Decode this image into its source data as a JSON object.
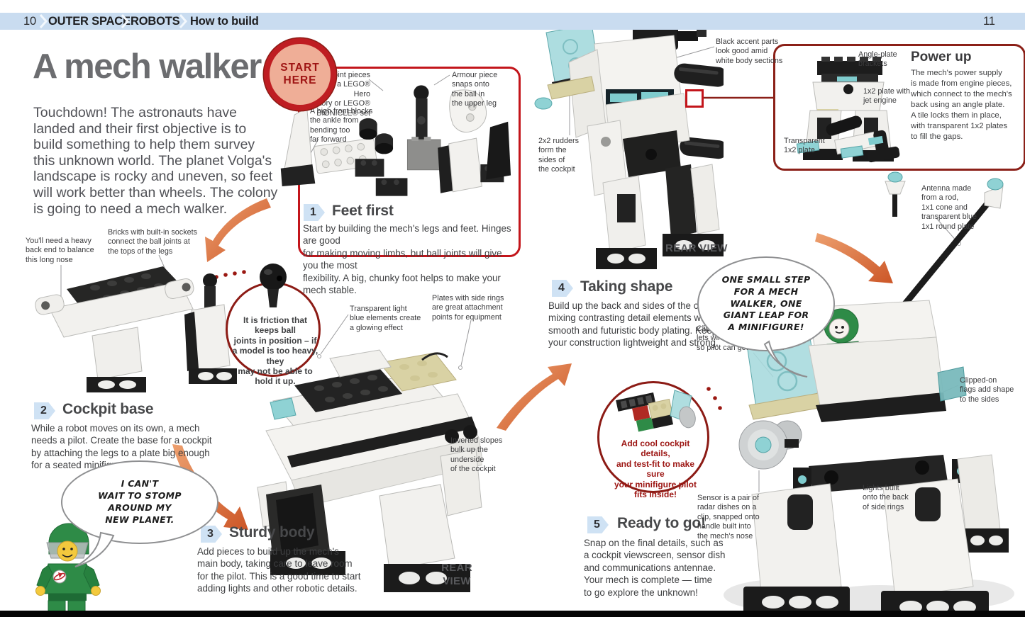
{
  "page": {
    "left_number": "10",
    "right_number": "11",
    "section": "OUTER SPACE",
    "chapter": "ROBOTS",
    "subsection": "How to build"
  },
  "intro": {
    "title": "A mech walker",
    "body": "Touchdown! The astronauts have\nlanded and their first objective is to\nbuild something to help them survey\nthis unknown world. The planet Volga's\nlandscape is rocky and uneven, so feet\nwill work better than wheels. The colony\nis going to need a mech walker."
  },
  "start_badge": "START\nHERE",
  "steps": [
    {
      "num": "1",
      "title": "Feet first",
      "body": "Start by building the mech's legs and feet. Hinges are good\nfor making moving limbs, but ball joints will give you the most\nflexibility. A big, chunky foot helps to make your mech stable."
    },
    {
      "num": "2",
      "title": "Cockpit base",
      "body": "While a robot moves on its own, a mech\nneeds a pilot. Create the base for a cockpit\nby attaching the legs to a plate big enough\nfor a seated minifigure pilot."
    },
    {
      "num": "3",
      "title": "Sturdy body",
      "body": "Add pieces to build up the mech's\nmain body, taking care to leave room\nfor the pilot. This is a good time to start\nadding lights and other robotic details."
    },
    {
      "num": "4",
      "title": "Taking shape",
      "body": "Build up the back and sides of the cockpit,\nmixing contrasting detail elements with\nsmooth and futuristic body plating. Keep\nyour construction lightweight and strong."
    },
    {
      "num": "5",
      "title": "Ready to go!",
      "body": "Snap on the final details, such as\na cockpit viewscreen, sensor dish\nand communications antennae.\nYour mech is complete — time\nto go explore the unknown!"
    }
  ],
  "labels": {
    "heavy_back": "You'll need a heavy\nback end to balance\nthis long nose",
    "bricks_sockets": "Bricks with built-in sockets\nconnect the ball joints at\nthe tops of the legs",
    "ball_joint": "Ball-joint pieces\nfrom a LEGO® Hero\nFactory or LEGO®\nBIONICLE® set",
    "armour": "Armour piece\nsnaps onto\nthe ball in\nthe upper leg",
    "high_front": "A high front blocks\nthe ankle from\nbending too\nfar forward",
    "transparent_light": "Transparent light\nblue elements create\na glowing effect",
    "side_rings": "Plates with side rings\nare great attachment\npoints for equipment",
    "inverted_slopes": "Inverted slopes\nbulk up the\nunderside\nof the cockpit",
    "black_accent": "Black accent parts\nlook good amid\nwhite body sections",
    "rudders": "2x2 rudders\nform the\nsides of\nthe cockpit",
    "angle_plate": "Angle-plate\nbrackets",
    "jet_engine": "1x2 plate with\njet engine",
    "transparent_plate": "Transparent\n1x2 plate",
    "antenna": "Antenna made\nfrom a rod,\n1x1 cone and\ntransparent blue\n1x1 round plate",
    "clip_bar": "Clip-and-bar connection\nlets windshield swing open\nso pilot can get in and out",
    "flags": "Clipped-on\nflags add shape\nto the sides",
    "sensor": "Sensor is a pair of\nradar dishes on a\nclip, snapped onto\nhandle built into\nthe mech's nose",
    "lights": "Lights built\nonto the back\nof side rings",
    "rear_view_stacked": "REAR\nVIEW",
    "rear_view": "REAR VIEW"
  },
  "callouts": {
    "friction": "It is friction that keeps ball\njoints in position – if\na model is too heavy, they\nmay not be able to\nhold it up.",
    "cockpit_details": "Add cool cockpit details,\nand test-fit to make sure\nyour minifigure pilot\nfits inside!"
  },
  "speech_bubbles": {
    "astronaut": "I CAN'T\nWAIT TO STOMP\nAROUND MY\nNEW PLANET.",
    "pilot": "ONE SMALL STEP\nFOR A MECH\nWALKER, ONE\nGIANT LEAP FOR\nA MINIFIGURE!"
  },
  "power_up": {
    "title": "Power up",
    "body": "The mech's power supply\nis made from engine pieces,\nwhich connect to the mech's\nback using an angle plate.\nA tile locks them in place,\nwith transparent 1x2 plates\nto fill the gaps."
  },
  "colors": {
    "header_bar": "#c9dcf0",
    "frame_red": "#c3151b",
    "deep_red": "#8b2018",
    "badge_fill": "#efae97",
    "badge_text": "#9e1413",
    "arrow_orange": "#cc5627",
    "title_gray": "#6c6d70",
    "lego_teal": "#8fd2d4",
    "lego_tan": "#d9d2a4",
    "minifig_green": "#2e8b47"
  }
}
